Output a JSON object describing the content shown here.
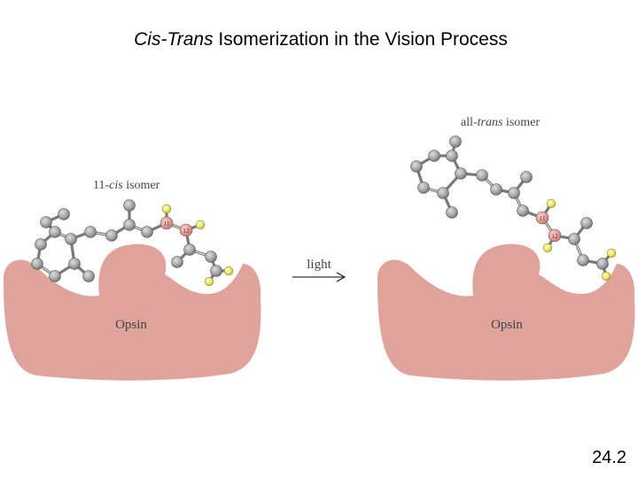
{
  "title": {
    "italic_part": "Cis-Trans",
    "rest": " Isomerization in the Vision Process"
  },
  "left_panel": {
    "isomer_label_prefix": "11-",
    "isomer_label_italic": "cis",
    "isomer_label_suffix": " isomer",
    "protein_label": "Opsin",
    "atom_labels": [
      "11",
      "12"
    ]
  },
  "arrow": {
    "label": "light"
  },
  "right_panel": {
    "isomer_label_prefix": "all-",
    "isomer_label_italic": "trans",
    "isomer_label_suffix": " isomer",
    "protein_label": "Opsin",
    "atom_labels": [
      "11",
      "12"
    ]
  },
  "page_number": "24.2",
  "colors": {
    "protein": "#e0a39c",
    "carbon": "#a9aaad",
    "highlight_carbon": "#e3a19d",
    "hydrogen": "#efea6a",
    "bond": "#7a7a7a"
  }
}
